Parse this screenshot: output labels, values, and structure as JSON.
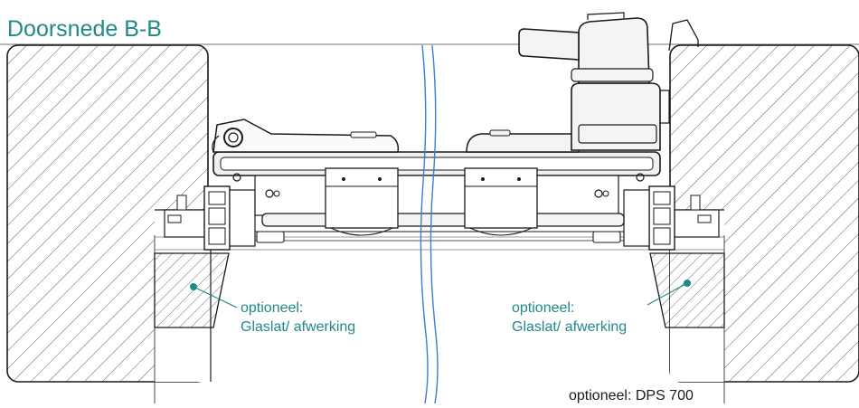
{
  "title": "Doorsnede B-B",
  "labels": {
    "left_line1": "optioneel:",
    "left_line2": "Glaslat/ afwerking",
    "right_line1": "optioneel:",
    "right_line2": "Glaslat/ afwerking",
    "bottom_right": "optioneel: DPS 700"
  },
  "colors": {
    "accent": "#1f8a86",
    "line": "#1a1a1a",
    "hatch": "#333333",
    "handle_fill": "#f4f4f4"
  }
}
